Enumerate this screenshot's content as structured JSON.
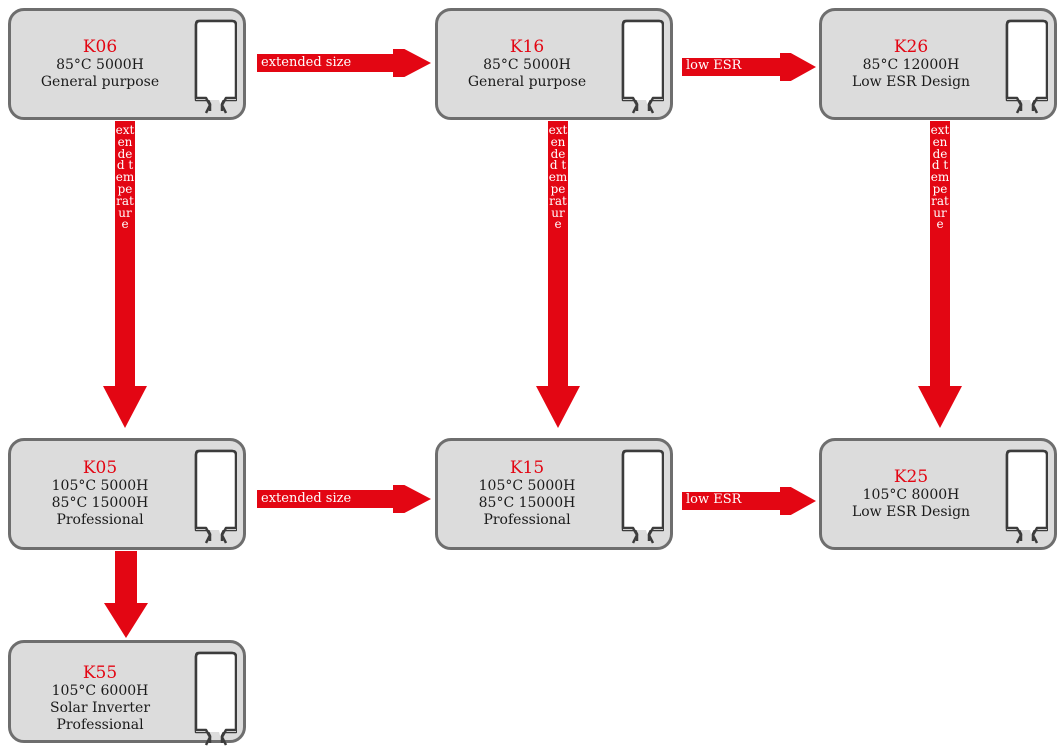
{
  "colors": {
    "accent": "#e30613",
    "box_fill": "#dcdcdc",
    "box_border": "#6e6e6e"
  },
  "boxes": {
    "k06": {
      "code": "K06",
      "line1": "85°C 5000H",
      "line2": "General purpose",
      "line3": ""
    },
    "k16": {
      "code": "K16",
      "line1": "85°C 5000H",
      "line2": "General purpose",
      "line3": ""
    },
    "k26": {
      "code": "K26",
      "line1": "85°C 12000H",
      "line2": "Low ESR Design",
      "line3": ""
    },
    "k05": {
      "code": "K05",
      "line1": "105°C 5000H",
      "line2": "85°C 15000H",
      "line3": "Professional"
    },
    "k15": {
      "code": "K15",
      "line1": "105°C 5000H",
      "line2": "85°C 15000H",
      "line3": "Professional"
    },
    "k25": {
      "code": "K25",
      "line1": "105°C 8000H",
      "line2": "Low ESR Design",
      "line3": ""
    },
    "k55": {
      "code": "K55",
      "line1": "105°C 6000H",
      "line2": "Solar Inverter",
      "line3": "Professional"
    }
  },
  "arrows": {
    "extended_size": "extended size",
    "low_esr": "low ESR",
    "extended_temperature": "extended temperature"
  },
  "icon": "capacitor-icon"
}
